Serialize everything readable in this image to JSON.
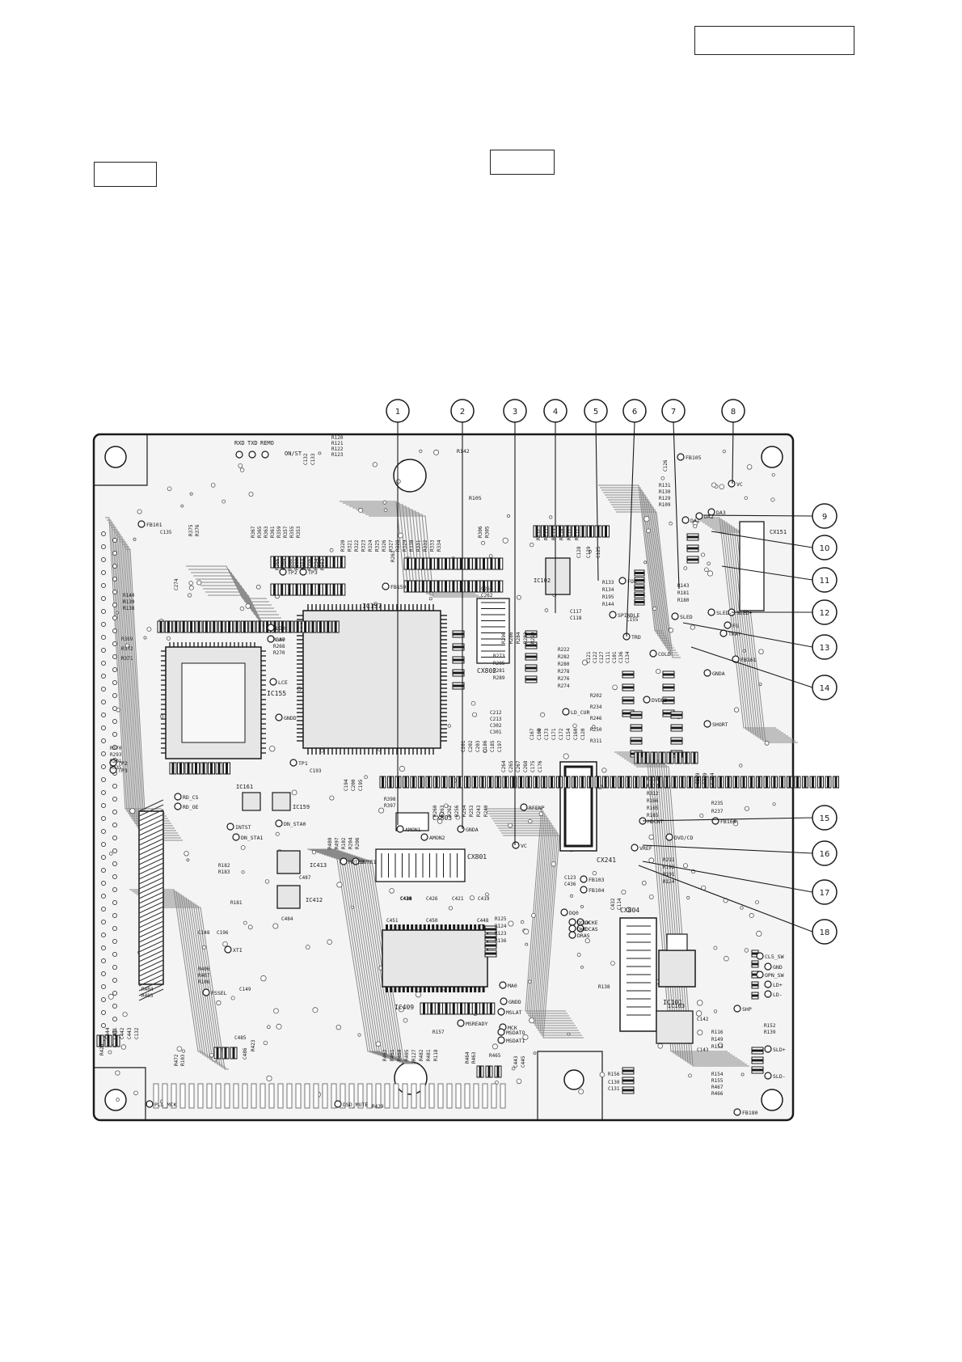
{
  "page": {
    "background": "#ffffff",
    "ink": "#1a1a1a",
    "board_fill": "#f4f4f4"
  },
  "header_boxes": [
    {
      "id": "top-right-box",
      "text": ""
    },
    {
      "id": "left-box",
      "text": ""
    },
    {
      "id": "center-box",
      "text": ""
    }
  ],
  "top_labels": [
    "RXD",
    "TXD",
    "REMO",
    "ON/ST"
  ],
  "chips": [
    {
      "name": "IC157",
      "label": "IC157"
    },
    {
      "name": "IC155",
      "label": "IC155"
    },
    {
      "name": "IC409",
      "label": "IC409"
    },
    {
      "name": "IC101",
      "label": "IC101"
    },
    {
      "name": "IC163",
      "label": "IC163"
    },
    {
      "name": "IC102",
      "label": "IC102"
    },
    {
      "name": "IC413",
      "label": "IC413"
    },
    {
      "name": "IC412",
      "label": "IC412"
    },
    {
      "name": "IC161",
      "label": "IC161"
    },
    {
      "name": "IC159",
      "label": "IC159"
    }
  ],
  "connectors": [
    {
      "name": "CX802",
      "label": "CX802"
    },
    {
      "name": "CX803",
      "label": "CX803"
    },
    {
      "name": "CX801",
      "label": "CX801"
    },
    {
      "name": "CX804",
      "label": "CX804"
    },
    {
      "name": "CX241",
      "label": "CX241"
    },
    {
      "name": "CX151",
      "label": "CX151"
    }
  ],
  "test_points": [
    "VC",
    "DA1",
    "DA2",
    "DA3",
    "SPINDLE",
    "TRD",
    "FOD",
    "SLED",
    "SLED-",
    "SLED+",
    "FG",
    "TRAY",
    "COLD",
    "GNDA",
    "DVDLD",
    "SHORT",
    "LD_CUR",
    "AMON1",
    "AMON2",
    "GNDA",
    "VC",
    "RFENP",
    "MDCNT",
    "VREF",
    "DVD/CD",
    "DQ0",
    "DCLK",
    "DWE",
    "DRAS",
    "DCKE",
    "DCAS",
    "MA0",
    "GNDD",
    "MSLAT",
    "MSREADY",
    "MCK",
    "MSDATO",
    "MSDATI",
    "CL5_SW",
    "GND",
    "OPN_SW",
    "LD+",
    "LD-",
    "SHP",
    "SLD+",
    "SLD-",
    "RD_CS",
    "RD_OE",
    "INTST",
    "DN_STA1",
    "DN_STA0",
    "MUTE1",
    "MUTE2",
    "XTI",
    "FSSEL",
    "GNDD",
    "LD0",
    "LA0",
    "LCE",
    "TP1",
    "TP2",
    "TP3",
    "TP2",
    "TP3",
    "PLL_MCK",
    "DSD_MUTE",
    "FB180",
    "FB161",
    "FB160",
    "FB101",
    "FB159",
    "FB103",
    "FB104",
    "FB105"
  ],
  "resistor_labels": [
    "R120",
    "R121",
    "R122",
    "R123",
    "R142",
    "R105",
    "R367",
    "R365",
    "R363",
    "R361",
    "R359",
    "R357",
    "R355",
    "R353",
    "R375",
    "R376",
    "R366",
    "R364",
    "R362",
    "R360",
    "R358",
    "R356",
    "R354",
    "R352",
    "R320",
    "R321",
    "R322",
    "R323",
    "R324",
    "R325",
    "R326",
    "R327",
    "R328",
    "R329",
    "R330",
    "R331",
    "R332",
    "R333",
    "R334",
    "R306",
    "R305",
    "R112",
    "R113",
    "R115",
    "R110",
    "R111",
    "R117",
    "R131",
    "R130",
    "R129",
    "R109",
    "R133",
    "R134",
    "R195",
    "R144",
    "R143",
    "R181",
    "R180",
    "R222",
    "R282",
    "R280",
    "R278",
    "R276",
    "R274",
    "R273",
    "R285",
    "R281",
    "R289",
    "R290",
    "R286",
    "R284",
    "R283",
    "R210",
    "R202",
    "R234",
    "R246",
    "R250",
    "R311",
    "R318",
    "R317",
    "R312",
    "R166",
    "R165",
    "R185",
    "R211",
    "R192",
    "R191",
    "R124",
    "R235",
    "R237",
    "R398",
    "R397",
    "R480",
    "R497",
    "R102",
    "R204",
    "R206",
    "R182",
    "R183",
    "R181",
    "R404",
    "R405",
    "R406",
    "R407",
    "R106",
    "R125",
    "R124",
    "R123",
    "R136",
    "R138",
    "R116",
    "R149",
    "R153",
    "R152",
    "R139",
    "R156",
    "R154",
    "R155",
    "R467",
    "R466",
    "R465",
    "R464",
    "R463",
    "R462",
    "R461",
    "R460",
    "R405",
    "R127",
    "R482",
    "R481",
    "R118",
    "R157",
    "R472",
    "R103",
    "R423",
    "R426",
    "R429",
    "R140",
    "R139",
    "R138",
    "R369",
    "R372",
    "R371",
    "R370",
    "R293",
    "R291",
    "R335",
    "R307",
    "R268",
    "R270",
    "R261",
    "R260",
    "R263",
    "R262",
    "R256",
    "R254",
    "R253",
    "R243",
    "R240"
  ],
  "capacitor_labels": [
    "C132",
    "C133",
    "C126",
    "C128",
    "C129",
    "C125",
    "C117",
    "C118",
    "C135",
    "C274",
    "C261",
    "C262",
    "C155",
    "C123",
    "C436",
    "C432",
    "C114",
    "C430",
    "C426",
    "C421",
    "C419",
    "C451",
    "C450",
    "C448",
    "C443",
    "C445",
    "C142",
    "C143",
    "C130",
    "C131",
    "C148",
    "C196",
    "C149",
    "C485",
    "C486",
    "C487",
    "C484",
    "C193",
    "C194",
    "C200",
    "C195",
    "C212",
    "C213",
    "C302",
    "C301",
    "C201",
    "C202",
    "C203",
    "C186",
    "C185",
    "C197",
    "C264",
    "C265",
    "C267",
    "C268",
    "C175",
    "C176",
    "C167",
    "C168",
    "C173",
    "C171",
    "C172",
    "C154",
    "C160",
    "C120",
    "C121",
    "C122",
    "C127",
    "C111",
    "C101",
    "C136",
    "C134",
    "C239",
    "C229",
    "C264",
    "C444",
    "C441",
    "C442",
    "C443"
  ],
  "callouts": {
    "top_row": [
      "1",
      "2",
      "3",
      "4",
      "5",
      "6",
      "7",
      "8"
    ],
    "right_column": [
      "9",
      "10",
      "11",
      "12",
      "13",
      "14",
      "15",
      "16",
      "17",
      "18"
    ]
  }
}
